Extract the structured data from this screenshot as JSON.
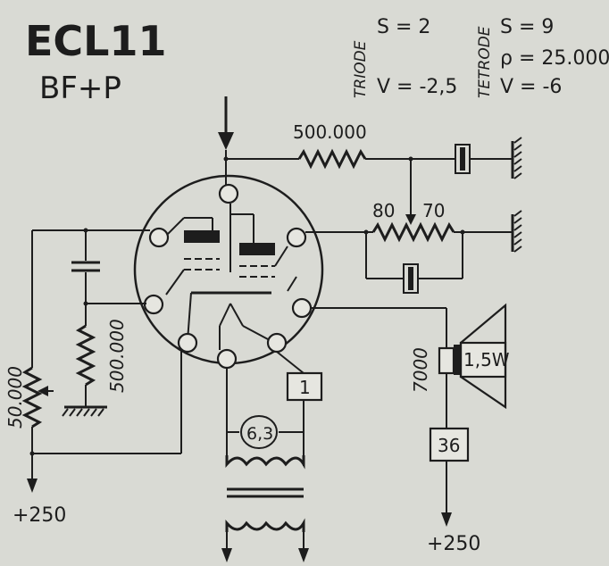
{
  "title": "ECL11",
  "subtitle": "BF+P",
  "triode": {
    "label": "TRIODE",
    "s": "S = 2",
    "v": "V = -2,5"
  },
  "tetrode": {
    "label": "TETRODE",
    "s": "S = 9",
    "rho": "ρ = 25.000",
    "v": "V = -6"
  },
  "components": {
    "r_feedback": "500.000",
    "r_tap_a": "80",
    "r_tap_b": "70",
    "r_grid": "500.000",
    "r_pot": "50.000",
    "transformer_imp": "7000",
    "speaker": "1,5W",
    "heater": "6,3",
    "box1": "1",
    "box36": "36"
  },
  "supply": {
    "left": "+250",
    "right": "+250"
  }
}
